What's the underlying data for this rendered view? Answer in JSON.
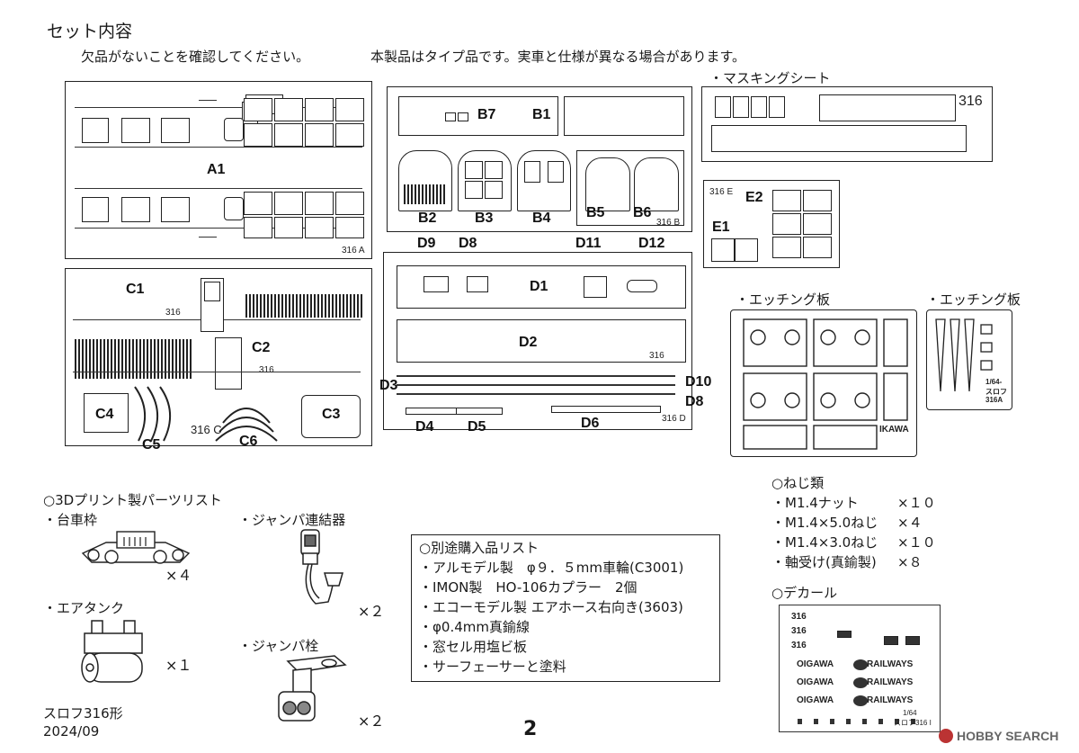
{
  "header": {
    "title": "セット内容",
    "note_missing": "欠品がないことを確認してください。",
    "note_type": "本製品はタイプ品です。実車と仕様が異なる場合があります。"
  },
  "parts": {
    "A1": "A1",
    "A_code": "316 A",
    "B1": "B1",
    "B2": "B2",
    "B3": "B3",
    "B4": "B4",
    "B5": "B5",
    "B6": "B6",
    "B7": "B7",
    "B_code": "316 B",
    "C1": "C1",
    "C2": "C2",
    "C3": "C3",
    "C4": "C4",
    "C5": "C5",
    "C6": "C6",
    "C_code": "316 C",
    "C_num_1": "316",
    "C_num_2": "316",
    "D1": "D1",
    "D2": "D2",
    "D3": "D3",
    "D4": "D4",
    "D5": "D5",
    "D6": "D6",
    "D8_top": "D8",
    "D8_right": "D8",
    "D9": "D9",
    "D10": "D10",
    "D11": "D11",
    "D12": "D12",
    "D_code": "316 D",
    "D_num": "316",
    "E1": "E1",
    "E2": "E2",
    "E_code": "316 E"
  },
  "masking": {
    "label": "・マスキングシート",
    "code": "316"
  },
  "etching": {
    "label_1": "・エッチング板",
    "label_2": "・エッチング板",
    "brand": "IKAWA",
    "scale": "1/64-",
    "model": "スロフ",
    "num": "316A"
  },
  "print_list": {
    "title": "○3Dプリント製パーツリスト",
    "items": [
      {
        "name": "・台車枠",
        "qty": "×４"
      },
      {
        "name": "・ジャンパ連結器",
        "qty": "×２"
      },
      {
        "name": "・エアタンク",
        "qty": "×１"
      },
      {
        "name": "・ジャンパ栓",
        "qty": "×２"
      }
    ]
  },
  "purchase": {
    "title": "○別途購入品リスト",
    "items": [
      "・アルモデル製　φ９．５mm車輪(C3001)",
      "・IMON製　HO-106カプラー　2個",
      "・エコーモデル製 エアホース右向き(3603)",
      "・φ0.4mm真鍮線",
      "・窓セル用塩ビ板",
      "・サーフェーサーと塗料"
    ]
  },
  "screws": {
    "title": "○ねじ類",
    "items": [
      {
        "name": "・M1.4ナット",
        "qty": "×１０"
      },
      {
        "name": "・M1.4×5.0ねじ",
        "qty": "×４"
      },
      {
        "name": "・M1.4×3.0ねじ",
        "qty": "×１０"
      },
      {
        "name": "・軸受け(真鍮製)",
        "qty": "×８"
      }
    ]
  },
  "decal": {
    "title": "○デカール",
    "rows": [
      "316",
      "316",
      "316"
    ],
    "brand_left": "OIGAWA",
    "brand_right": "RAILWAYS",
    "scale": "1/64",
    "model": "スロフ316 I"
  },
  "footer": {
    "model": "スロフ316形",
    "date": "2024/09",
    "page": "2",
    "watermark": "HOBBY SEARCH"
  }
}
